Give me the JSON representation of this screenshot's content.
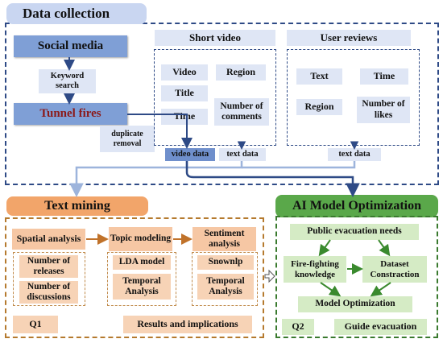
{
  "data_collection": {
    "title": "Data collection",
    "social_media": "Social media",
    "keyword_search": "Keyword search",
    "tunnel_fires": "Tunnel fires",
    "duplicate_removal": "duplicate removal",
    "short_video": {
      "title": "Short video",
      "items": [
        "Video",
        "Region",
        "Title",
        "Time",
        "Number of comments"
      ]
    },
    "user_reviews": {
      "title": "User reviews",
      "items": [
        "Text",
        "Time",
        "Region",
        "Number of likes"
      ]
    },
    "video_data": "video data",
    "text_data_left": "text data",
    "text_data_right": "text data"
  },
  "text_mining": {
    "title": "Text mining",
    "spatial_analysis": "Spatial analysis",
    "number_of_releases": "Number of releases",
    "number_of_discussions": "Number of discussions",
    "topic_modeling": "Topic modeling",
    "lda_model": "LDA model",
    "temporal_analysis_1": "Temporal Analysis",
    "sentiment_analysis": "Sentiment analysis",
    "snownlp": "Snownlp",
    "temporal_analysis_2": "Temporal Analysis",
    "q1": "Q1",
    "results": "Results and implications"
  },
  "ai_model": {
    "title": "AI Model Optimization",
    "public_needs": "Public evacuation needs",
    "fire_fighting": "Fire-fighting knowledge",
    "dataset_construction": "Dataset Constraction",
    "model_optimization": "Model Optimization",
    "q2": "Q2",
    "guide_evacuation": "Guide evacuation"
  },
  "colors": {
    "dark_blue": "#2e4a86",
    "social_blue": "#7f9fd6",
    "light_blue": "#dfe6f5",
    "orange_title": "#f2a56a",
    "peach": "#f7d3b6",
    "green_title": "#5aa84a",
    "light_green": "#d5ebc5",
    "tunnel_red": "#8b1a1a"
  }
}
